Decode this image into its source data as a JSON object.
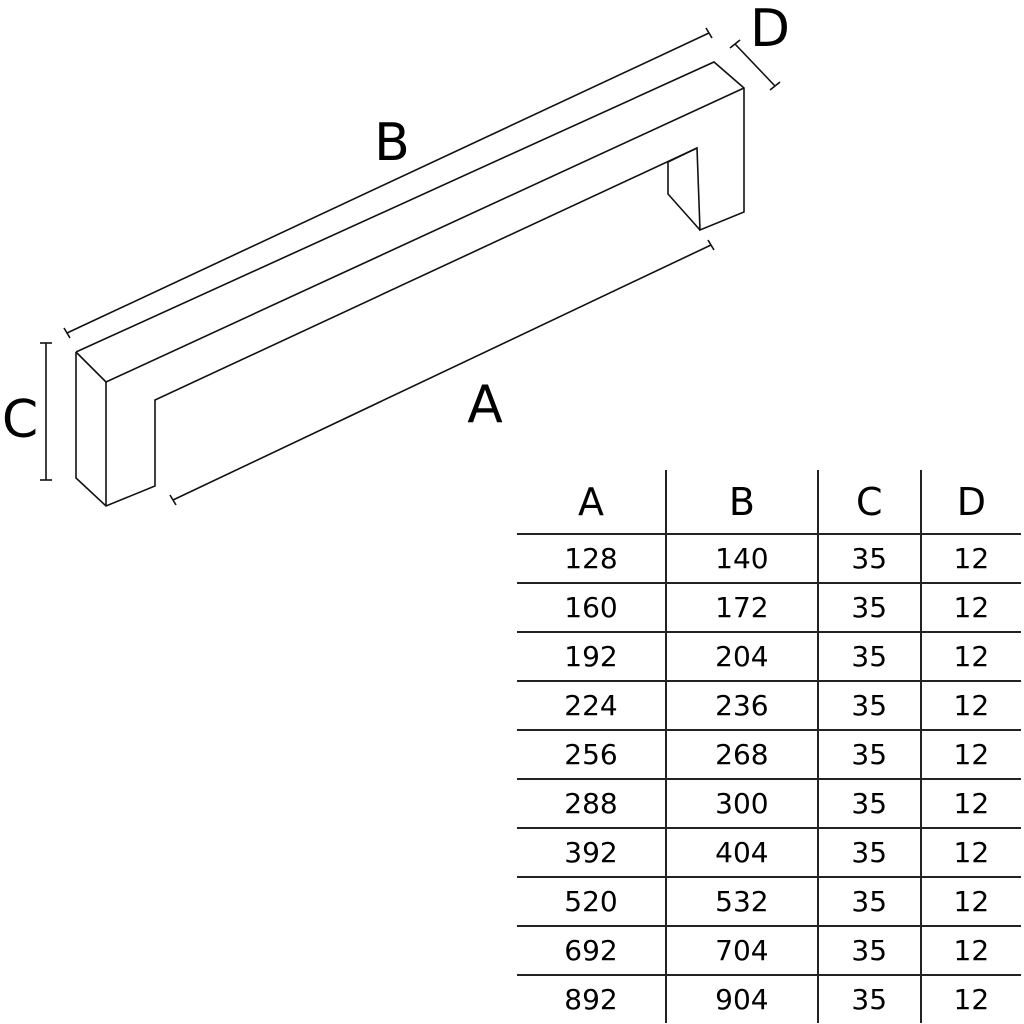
{
  "diagram": {
    "labels": {
      "A": "A",
      "B": "B",
      "C": "C",
      "D": "D"
    }
  },
  "table": {
    "headers": [
      "A",
      "B",
      "C",
      "D"
    ],
    "rows": [
      [
        "128",
        "140",
        "35",
        "12"
      ],
      [
        "160",
        "172",
        "35",
        "12"
      ],
      [
        "192",
        "204",
        "35",
        "12"
      ],
      [
        "224",
        "236",
        "35",
        "12"
      ],
      [
        "256",
        "268",
        "35",
        "12"
      ],
      [
        "288",
        "300",
        "35",
        "12"
      ],
      [
        "392",
        "404",
        "35",
        "12"
      ],
      [
        "520",
        "532",
        "35",
        "12"
      ],
      [
        "692",
        "704",
        "35",
        "12"
      ],
      [
        "892",
        "904",
        "35",
        "12"
      ]
    ]
  }
}
